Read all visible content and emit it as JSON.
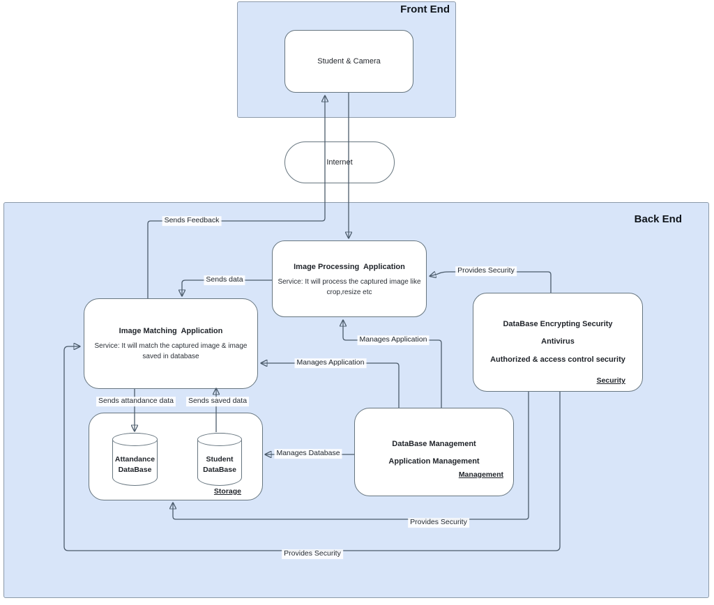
{
  "diagram": {
    "front_end": {
      "label": "Front End"
    },
    "back_end": {
      "label": "Back End"
    },
    "nodes": {
      "student_camera": {
        "label": "Student & Camera"
      },
      "internet": {
        "label": "Internet"
      },
      "image_processing": {
        "title": "Image Processing  Application",
        "body": "Service: It will process the captured image like crop,resize etc"
      },
      "image_matching": {
        "title": "Image Matching  Application",
        "body": "Service: It will match the captured image & image saved in database"
      },
      "security": {
        "line1": "DataBase Encrypting Security",
        "line2": "Antivirus",
        "line3": "Authorized & access control security",
        "tag": "Security"
      },
      "db_management": {
        "line1": "DataBase Management",
        "line2": "Application Management",
        "tag": "Management"
      },
      "storage": {
        "attandance_db": "Attandance\nDataBase",
        "student_db": "Student\nDataBase",
        "tag": "Storage"
      }
    },
    "edge_labels": {
      "sends_feedback": "Sends Feedback",
      "sends_data": "Sends data",
      "provides_security_processing": "Provides Security",
      "manages_application_processing": "Manages Application",
      "manages_application_matching": "Manages Application",
      "manages_database": "Manages Database",
      "sends_attandance_data": "Sends attandance data",
      "sends_saved_data": "Sends saved data",
      "provides_security_storage": "Provides Security",
      "provides_security_matching": "Provides Security"
    },
    "colors": {
      "container_fill": "#d8e5f9",
      "container_border": "#8b99a9",
      "node_border": "#66757f",
      "edge": "#4a5a6a",
      "text": "#1f2329"
    }
  }
}
